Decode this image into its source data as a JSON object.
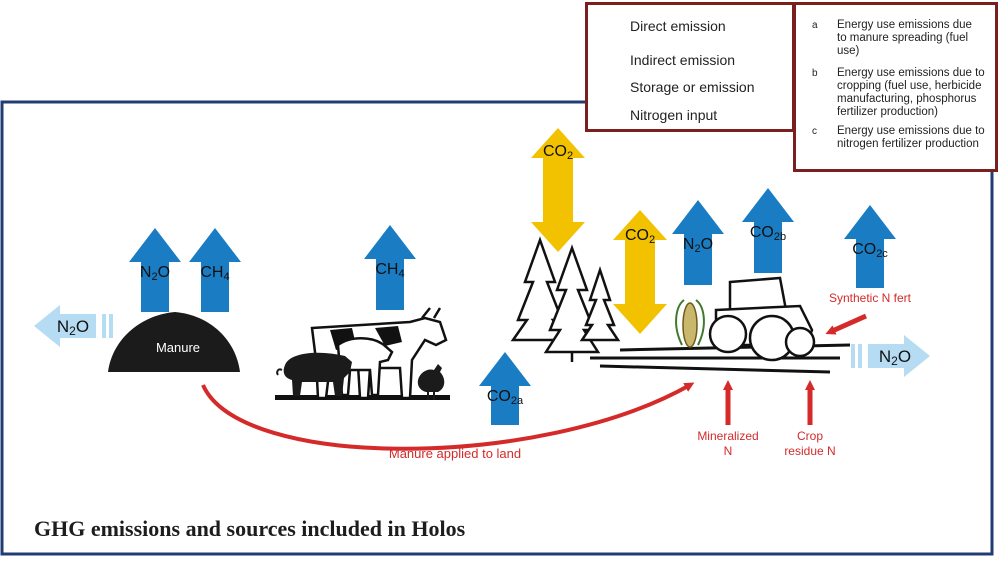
{
  "legend": {
    "items": [
      {
        "label": "Direct emission"
      },
      {
        "label": "Indirect emission"
      },
      {
        "label": "Storage or emission"
      },
      {
        "label": "Nitrogen input"
      }
    ],
    "notes": [
      {
        "letter": "a",
        "text": "Energy use emissions due to manure spreading (fuel use)"
      },
      {
        "letter": "b",
        "text": "Energy use emissions due to cropping (fuel use, herbicide manufacturing, phosphorus fertilizer production)"
      },
      {
        "letter": "c",
        "text": "Energy use emissions due to nitrogen fertilizer production"
      }
    ]
  },
  "arrows": {
    "n2o_manure": {
      "main": "N",
      "sub": "2",
      "tail": "O"
    },
    "ch4_manure": {
      "main": "CH",
      "sub": "4",
      "tail": ""
    },
    "ch4_animals": {
      "main": "CH",
      "sub": "4",
      "tail": ""
    },
    "co2a": {
      "main": "CO",
      "sub": "2a",
      "tail": ""
    },
    "co2_forest": {
      "main": "CO",
      "sub": "2",
      "tail": ""
    },
    "co2_soil": {
      "main": "CO",
      "sub": "2",
      "tail": ""
    },
    "n2o_soil": {
      "main": "N",
      "sub": "2",
      "tail": "O"
    },
    "co2b": {
      "main": "CO",
      "sub": "2b",
      "tail": ""
    },
    "co2c": {
      "main": "CO",
      "sub": "2c",
      "tail": ""
    },
    "n2o_indirect_left": {
      "main": "N",
      "sub": "2",
      "tail": "O"
    },
    "n2o_indirect_right": {
      "main": "N",
      "sub": "2",
      "tail": "O"
    }
  },
  "labels": {
    "manure": "Manure",
    "manure_applied": "Manure applied to land",
    "mineralized_n": [
      "Mineralized",
      "N"
    ],
    "crop_residue_n": [
      "Crop",
      "residue N"
    ],
    "synthetic_n": "Synthetic N fert"
  },
  "title": "GHG emissions and sources included in Holos",
  "colors": {
    "direct": "#1a7dc4",
    "indirect": "#b5dcf2",
    "storage": "#f2c200",
    "nitrogen": "#d42a2a",
    "frame": "#1f3d73",
    "legend_border": "#7b1e1e"
  }
}
